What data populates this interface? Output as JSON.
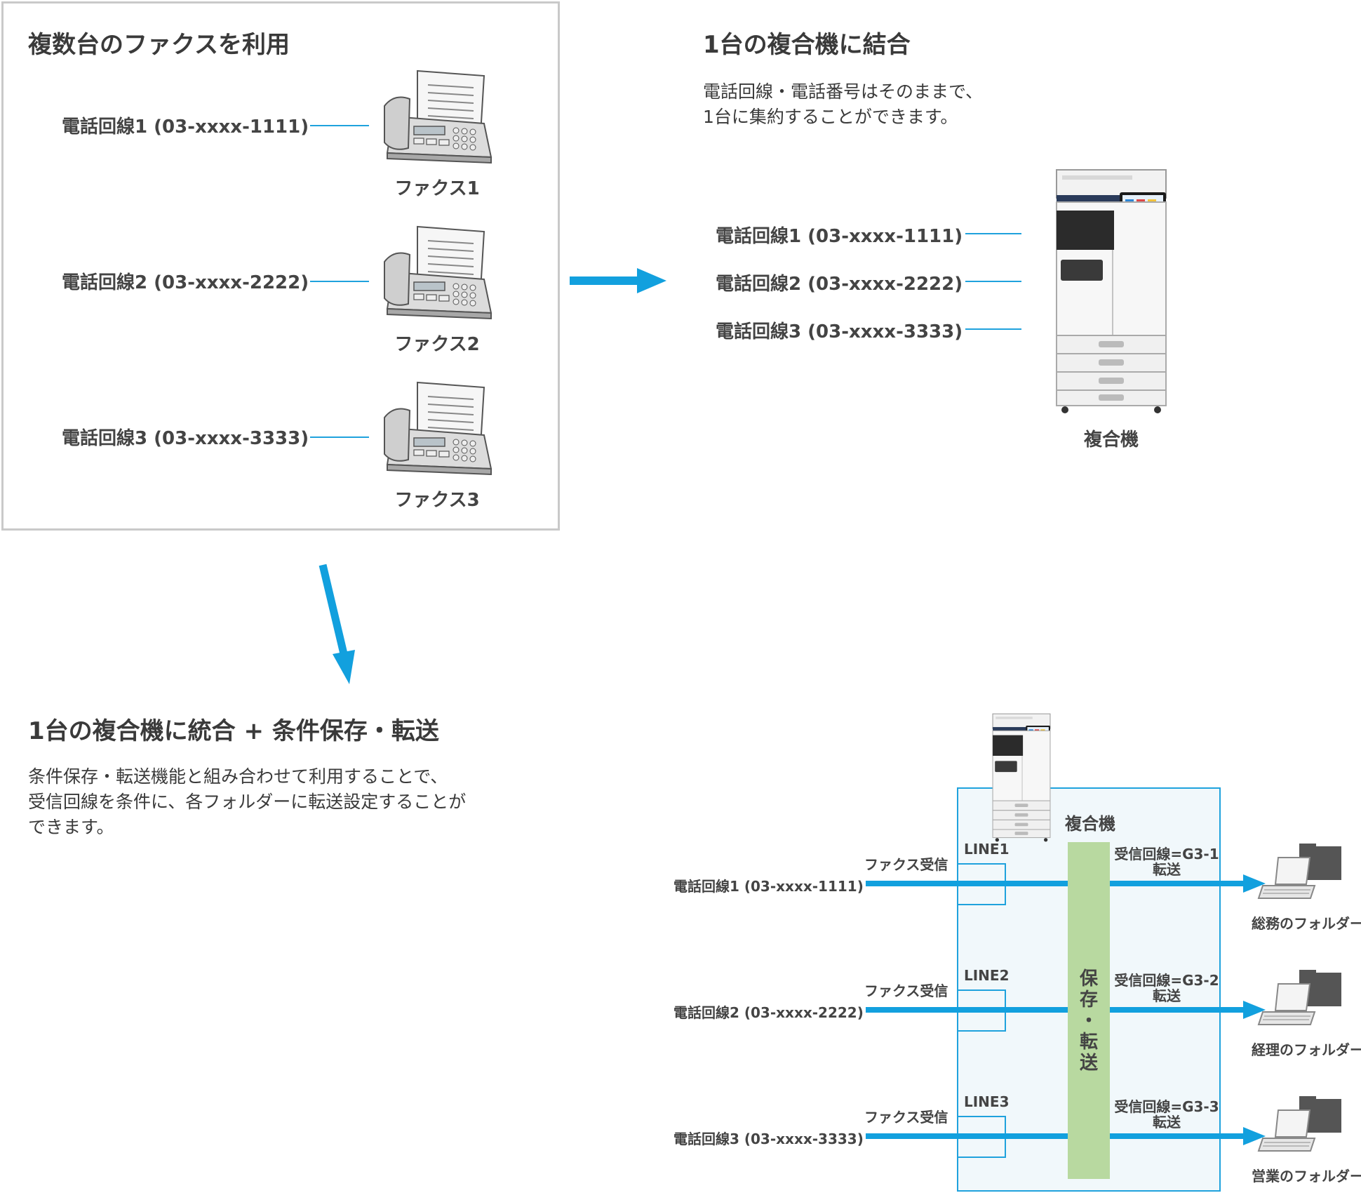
{
  "colors": {
    "arrow": "#12a0de",
    "cable": "#1fa2dd",
    "panel_border": "#c9c9c9",
    "box_fill": "#f1f8fb",
    "box_border": "#1fa2dd",
    "save_bar": "#b8d9a0"
  },
  "before": {
    "title": "複数台のファクスを利用",
    "lines": [
      "電話回線1 (03-xxxx-1111)",
      "電話回線2 (03-xxxx-2222)",
      "電話回線3 (03-xxxx-3333)"
    ],
    "faxes": [
      "ファクス1",
      "ファクス2",
      "ファクス3"
    ],
    "icon": "fax-machine-icon"
  },
  "merge": {
    "title": "1台の複合機に結合",
    "desc1": "電話回線・電話番号はそのままで、",
    "desc2": "1台に集約することができます。",
    "lines": [
      "電話回線1 (03-xxxx-1111)",
      "電話回線2 (03-xxxx-2222)",
      "電話回線3 (03-xxxx-3333)"
    ],
    "device": "複合機",
    "icon": "multifunction-printer-icon"
  },
  "forward": {
    "title": "1台の複合機に統合 + 条件保存・転送",
    "desc1": "条件保存・転送機能と組み合わせて利用することで、",
    "desc2": "受信回線を条件に、各フォルダーに転送設定することが",
    "desc3": "できます。",
    "device": "複合機",
    "save_label": [
      "保",
      "存",
      "・",
      "転",
      "送"
    ],
    "rows": [
      {
        "phone": "電話回線1 (03-xxxx-1111)",
        "receive": "ファクス受信",
        "line": "LINE1",
        "route1": "受信回線=G3-1",
        "route2": "転送",
        "folder": "総務のフォルダー"
      },
      {
        "phone": "電話回線2 (03-xxxx-2222)",
        "receive": "ファクス受信",
        "line": "LINE2",
        "route1": "受信回線=G3-2",
        "route2": "転送",
        "folder": "経理のフォルダー"
      },
      {
        "phone": "電話回線3 (03-xxxx-3333)",
        "receive": "ファクス受信",
        "line": "LINE3",
        "route1": "受信回線=G3-3",
        "route2": "転送",
        "folder": "営業のフォルダー"
      }
    ],
    "folder_icon": "laptop-folder-icon"
  }
}
